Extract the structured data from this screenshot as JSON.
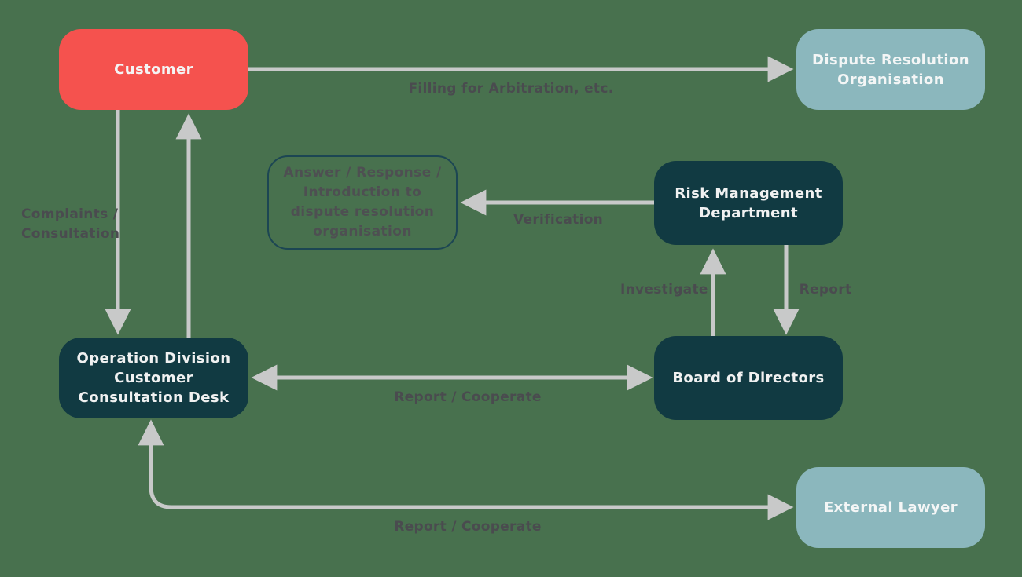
{
  "diagram": {
    "title": "Complaint handling and dispute resolution flowchart",
    "nodes": {
      "customer": {
        "label": "Customer"
      },
      "dispute_resolution": {
        "label": "Dispute Resolution\nOrganisation"
      },
      "answer_note": {
        "label": "Answer / Response /\nIntroduction to\ndispute resolution\norganisation"
      },
      "risk_management": {
        "label": "Risk Management\nDepartment"
      },
      "operation_division": {
        "label": "Operation Division\nCustomer\nConsultation Desk"
      },
      "board_of_directors": {
        "label": "Board of Directors"
      },
      "external_lawyer": {
        "label": "External Lawyer"
      }
    },
    "edge_labels": {
      "filling_arbitration": "Filling for Arbitration, etc.",
      "complaints_consultation": "Complaints /\nConsultation",
      "verification": "Verification",
      "investigate": "Investigate",
      "report": "Report",
      "report_cooperate_mid": "Report / Cooperate",
      "report_cooperate_bottom": "Report / Cooperate"
    },
    "colors": {
      "background": "#48714E",
      "customer_fill": "#F5524E",
      "dark_node_fill": "#113A42",
      "light_node_fill": "#8BB7BD",
      "outline_node_border": "#1C4653",
      "arrow": "#C8C9C9",
      "edge_label_text": "#4A4B4F",
      "node_text": "#F2F2F2"
    }
  }
}
